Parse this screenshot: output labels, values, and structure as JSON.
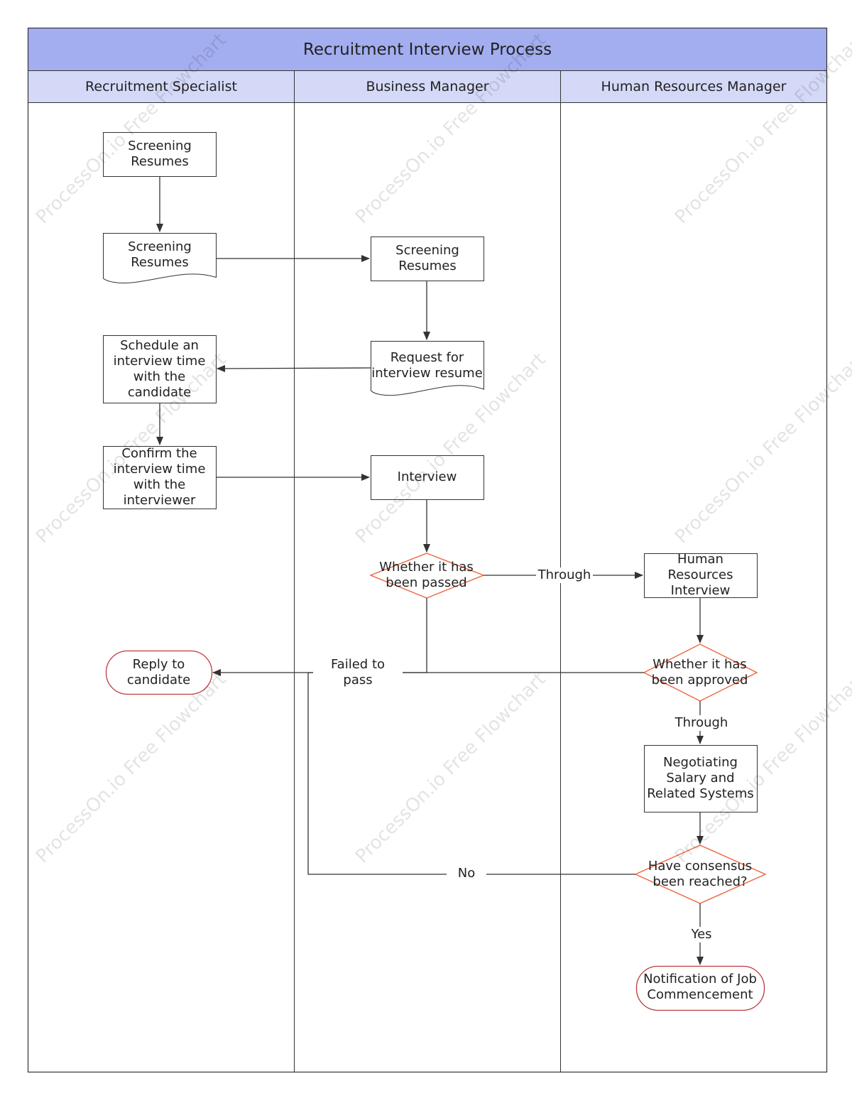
{
  "title": "Recruitment Interview Process",
  "lanes": [
    "Recruitment Specialist",
    "Business Manager",
    "Human Resources Manager"
  ],
  "nodes": {
    "screening_resumes_1": "Screening Resumes",
    "screening_resumes_doc": "Screening Resumes",
    "screening_resumes_bm": "Screening Resumes",
    "request_resume": "Request for interview resume",
    "schedule_interview": "Schedule an interview time with the candidate",
    "confirm_interview": "Confirm the interview time with the interviewer",
    "interview": "Interview",
    "passed_decision": "Whether it has been passed",
    "hr_interview": "Human Resources Interview",
    "reply_candidate": "Reply to candidate",
    "approved_decision": "Whether it has been approved",
    "negotiating": "Negotiating Salary and Related Systems",
    "consensus_decision": "Have consensus been reached?",
    "notification": "Notification of Job Commencement"
  },
  "edge_labels": {
    "through_1": "Through",
    "failed": "Failed to pass",
    "through_2": "Through",
    "no": "No",
    "yes": "Yes"
  },
  "watermark": "ProcessOn.io Free Flowchart",
  "colors": {
    "title_bg": "#a3aef0",
    "lane_header_bg": "#d4d9f8",
    "decision_stroke": "#f0643c",
    "terminal_stroke": "#c0383c",
    "line": "#333333"
  }
}
